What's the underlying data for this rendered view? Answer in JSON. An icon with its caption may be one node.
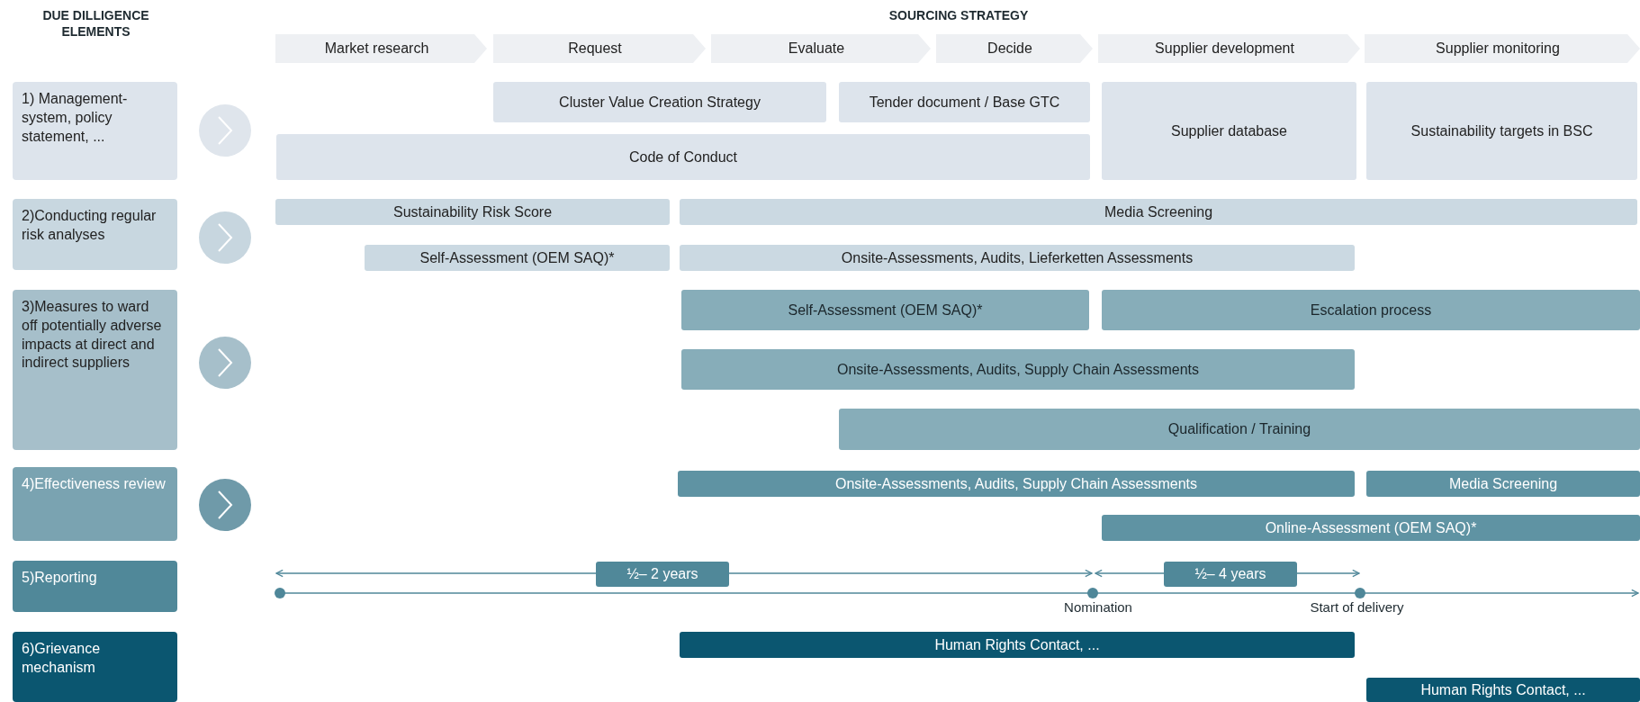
{
  "diagram": {
    "nodes": [
      {
        "text": [
          "Market research"
        ]
      },
      {
        "text": [
          "Request"
        ]
      },
      {
        "text": [
          "Evaluate"
        ]
      },
      {
        "text": [
          "Decide"
        ]
      },
      {
        "text": [
          "Supplier development"
        ]
      },
      {
        "text": [
          "Supplier monitoring"
        ]
      },
      {
        "text": [
          "1) Management-system, policy statement, ..."
        ]
      },
      {
        "text": [
          "Cluster Value Creation Strategy"
        ]
      },
      {
        "text": [
          "Tender document / Base GTC"
        ]
      },
      {
        "text": [
          "Supplier database"
        ]
      },
      {
        "text": [
          "Sustainability targets in BSC"
        ]
      },
      {
        "text": [
          "Code of Conduct"
        ]
      },
      {
        "text": [
          "2)Conducting regular risk analyses"
        ]
      },
      {
        "text": [
          "Sustainability Risk Score"
        ]
      },
      {
        "text": [
          "Media Screening"
        ]
      },
      {
        "text": [
          "Self-Assessment (OEM SAQ)*"
        ]
      },
      {
        "text": [
          "Onsite-Assessments, Audits, Lieferketten Assessments"
        ]
      },
      {
        "text": [
          "3)Measures to ward off potentially adverse impacts at direct and indirect suppliers"
        ]
      },
      {
        "text": [
          "Self-Assessment (OEM SAQ)*"
        ]
      },
      {
        "text": [
          "Escalation process"
        ]
      },
      {
        "text": [
          "Onsite-Assessments, Audits, Supply Chain Assessments"
        ]
      },
      {
        "text": [
          "Qualification / Training"
        ]
      },
      {
        "text": [
          "4)Effectiveness review"
        ]
      },
      {
        "text": [
          "Onsite-Assessments, Audits, Supply Chain Assessments"
        ]
      },
      {
        "text": [
          "Media Screening"
        ]
      },
      {
        "text": [
          "Online-Assessment (OEM SAQ)*"
        ]
      },
      {
        "text": [
          "5)Reporting"
        ]
      },
      {
        "text": [
          "½– 2 years"
        ]
      },
      {
        "text": [
          "½– 4 years"
        ]
      },
      {
        "text": [
          "6)Grievance mechanism"
        ]
      },
      {
        "text": [
          "Human Rights Contact, ..."
        ]
      },
      {
        "text": [
          "Human Rights Contact, ..."
        ]
      }
    ],
    "labels": [
      "DUE DILLIGENCE ELEMENTS",
      "SOURCING STRATEGY",
      "Nomination",
      "Start of delivery"
    ]
  }
}
